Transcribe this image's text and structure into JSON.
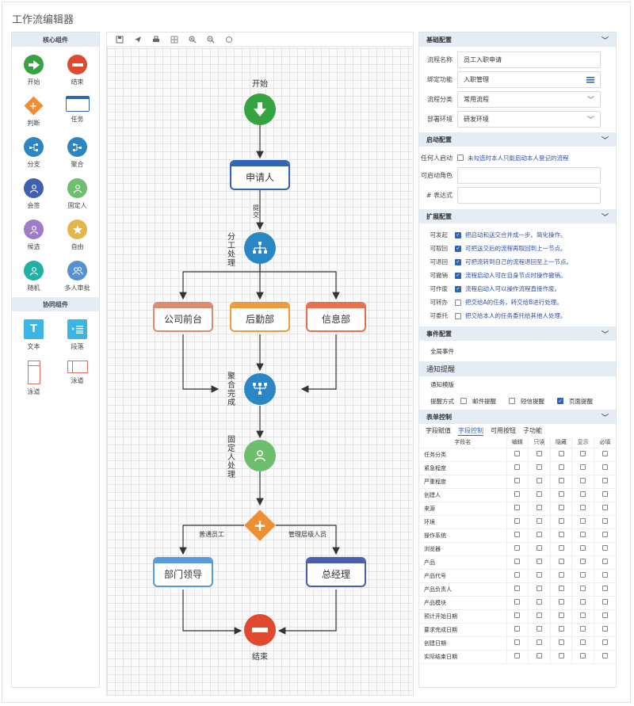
{
  "app": {
    "title": "工作流编辑器"
  },
  "palette": {
    "core_title": "核心组件",
    "core": [
      {
        "label": "开始",
        "icon": "arrow-right-icon",
        "color": "#36a341"
      },
      {
        "label": "结束",
        "icon": "minus-icon",
        "color": "#e0492f"
      },
      {
        "label": "判断",
        "icon": "diamond-plus-icon",
        "color": "#ee8f36"
      },
      {
        "label": "任务",
        "icon": "task-icon",
        "color": "#2f64b8"
      },
      {
        "label": "分支",
        "icon": "fork-icon",
        "color": "#2a86c4"
      },
      {
        "label": "聚合",
        "icon": "merge-icon",
        "color": "#2a86c4"
      },
      {
        "label": "会签",
        "icon": "user-icon",
        "color": "#3f5fb0"
      },
      {
        "label": "固定人",
        "icon": "user-icon",
        "color": "#6dbf6d"
      },
      {
        "label": "候选",
        "icon": "user-icon",
        "color": "#a07cc6"
      },
      {
        "label": "自由",
        "icon": "star-icon",
        "color": "#e4b64a"
      },
      {
        "label": "随机",
        "icon": "user-icon",
        "color": "#21b0a5"
      },
      {
        "label": "多人审批",
        "icon": "users-icon",
        "color": "#5590d0"
      }
    ],
    "collab_title": "协同组件",
    "collab": [
      {
        "label": "文本",
        "icon": "text-icon",
        "color": "#3bb4e6"
      },
      {
        "label": "段落",
        "icon": "paragraph-icon",
        "color": "#3bb4e6"
      },
      {
        "label": "泳道",
        "icon": "lane-vertical-icon",
        "color": "#e06c5a"
      },
      {
        "label": "泳道",
        "icon": "lane-horizontal-icon",
        "color": "#e06c5a"
      }
    ]
  },
  "canvas": {
    "start_label": "开始",
    "end_label": "结束",
    "applicant": "申请人",
    "branch_label": "分工处理",
    "submit_label": "提交",
    "dept1": "公司前台",
    "dept2": "后勤部",
    "dept3": "信息部",
    "merge_label": "聚合完成",
    "fixed_label": "固定人处理",
    "cond_left": "普通员工",
    "cond_right": "管理层级人员",
    "leader": "部门领导",
    "gm": "总经理",
    "colors": {
      "start": "#36a341",
      "end": "#e0492f",
      "task_blue": "#2f64b8",
      "branch": "#2a86c4",
      "fixed": "#6dbf6d",
      "dept1": "#dc8b6e",
      "dept2": "#ee9b3e",
      "dept3": "#e8704a",
      "leader": "#5b9ad8",
      "gm": "#4a5fae"
    }
  },
  "basic": {
    "title": "基础配置",
    "name_label": "流程名称",
    "name_value": "员工入职申请",
    "bind_label": "绑定功能",
    "bind_value": "入职管理",
    "cat_label": "流程分类",
    "cat_value": "常用流程",
    "env_label": "部署环境",
    "env_value": "研发环境"
  },
  "start": {
    "title": "启动配置",
    "anyone_label": "任何人启动",
    "anyone_text": "未勾选时本人只能启动本人登记的流程",
    "role_label": "可启动角色",
    "expr_label": "# 表达式"
  },
  "ext": {
    "title": "扩展配置",
    "rows": [
      {
        "label": "可发起",
        "checked": true,
        "text": "把启动和送交合并成一步。简化操作。"
      },
      {
        "label": "可取回",
        "checked": true,
        "text": "可把送交后的流程再取回到上一节点。"
      },
      {
        "label": "可退回",
        "checked": true,
        "text": "可把流转到自己的流程退回至上一节点。"
      },
      {
        "label": "可撤销",
        "checked": true,
        "text": "流程启动人可在自身节点时操作撤销。"
      },
      {
        "label": "可作废",
        "checked": true,
        "text": "流程启动人可以操作流程直接作废。"
      },
      {
        "label": "可转办",
        "checked": false,
        "text": "把交给A的任务，转交给B进行处理。"
      },
      {
        "label": "可委托",
        "checked": false,
        "text": "把交给本人的任务委托给其他人处理。"
      }
    ]
  },
  "event": {
    "title": "事件配置",
    "global": "全局事件"
  },
  "notify": {
    "title": "通知提醒",
    "template": "通知模版",
    "method_label": "提醒方式",
    "opt_mail": "邮件提醒",
    "opt_sms": "短信提醒",
    "opt_page": "页面提醒"
  },
  "form": {
    "title": "表单控制",
    "tabs": [
      "字段赋值",
      "字段控制",
      "可用按钮",
      "子功能"
    ],
    "headers": [
      "字段名",
      "编辑",
      "只读",
      "隐藏",
      "显示",
      "必填"
    ],
    "fields": [
      "任务分类",
      "紧急程度",
      "严重程度",
      "创建人",
      "来源",
      "环境",
      "操作系统",
      "浏览器",
      "产品",
      "产品代号",
      "产品负责人",
      "产品模块",
      "预计开始日期",
      "要求完成日期",
      "创建日期",
      "实际结束日期"
    ]
  }
}
